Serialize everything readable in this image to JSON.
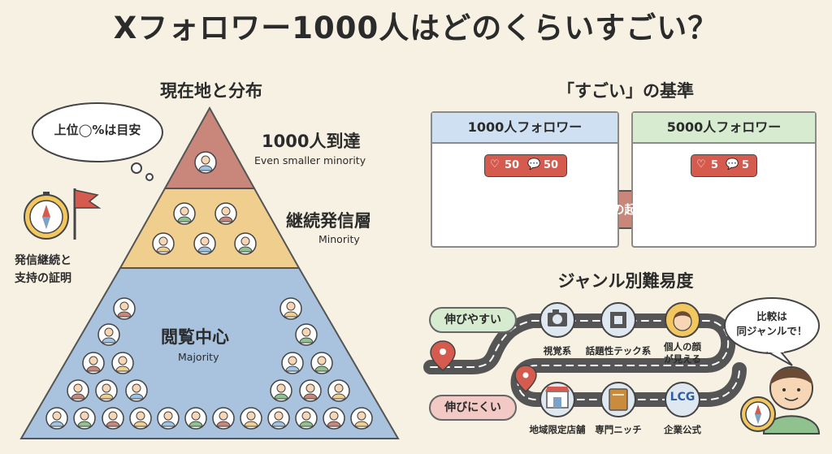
{
  "title": "Xフォロワー1000人はどのくらいすごい？",
  "left": {
    "heading": "現在地と分布",
    "bubble": "上位◯%は目安",
    "compass_note": [
      "発信継続と",
      "支持の証明"
    ],
    "tiers": [
      {
        "label": "1000人到達",
        "sub": "Even smaller minority"
      },
      {
        "label": "継続発信層",
        "sub": "Minority"
      },
      {
        "label": "閲覧中心",
        "sub": "Majority"
      }
    ]
  },
  "right": {
    "heading": "「すごい」の基準",
    "panel1": {
      "title": "1000人フォロワー",
      "likes": "50",
      "comments": "50"
    },
    "panel2": {
      "title": "5000人フォロワー",
      "likes": "5",
      "comments": "5"
    },
    "arrow_label": "拡散の起点"
  },
  "genre": {
    "heading": "ジャンル別難易度",
    "easy": "伸びやすい",
    "hard": "伸びにくい",
    "bubble": [
      "比較は",
      "同ジャンルで！"
    ],
    "items": [
      {
        "label": "視覚系",
        "icon": "camera-icon"
      },
      {
        "label": "話題性テック系",
        "icon": "chip-icon"
      },
      {
        "label": "個人の顔",
        "label2": "が見える",
        "icon": "face-icon"
      },
      {
        "label": "地域限定店舗",
        "icon": "store-icon"
      },
      {
        "label": "専門ニッチ",
        "icon": "book-icon"
      },
      {
        "label": "企業公式",
        "icon": "logo-icon",
        "logo_text": "LCG"
      }
    ]
  },
  "colors": {
    "top": "#c9877b",
    "middle": "#f0cf8e",
    "bottom": "#a9c3df",
    "head_blue": "#cfe0f2",
    "head_green": "#d6ebcf"
  }
}
